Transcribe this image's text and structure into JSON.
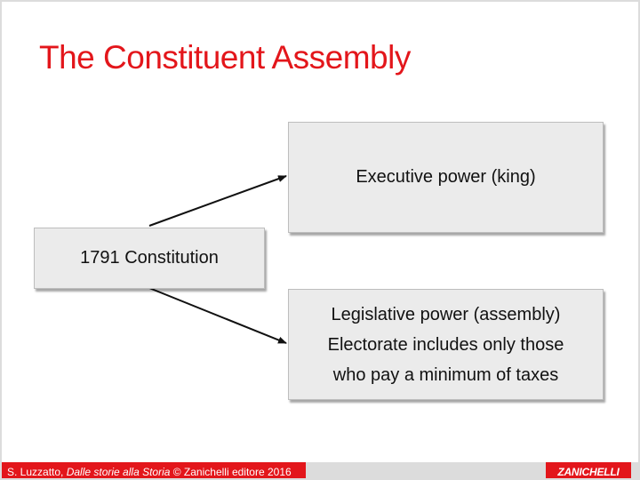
{
  "slide": {
    "title": "The Constituent Assembly",
    "constitution_label": "1791 Constitution",
    "executive_label": "Executive power (king)",
    "legislative_lines": [
      "Legislative power (assembly)",
      "Electorate includes only those",
      "who pay a minimum of taxes"
    ]
  },
  "footer": {
    "author": "S. Luzzatto, ",
    "book_title": "Dalle storie alla Storia",
    "publisher": " © Zanichelli editore 2016",
    "logo": "ZANICHELLI"
  },
  "colors": {
    "accent": "#e3161b",
    "box": "#ebebeb"
  }
}
